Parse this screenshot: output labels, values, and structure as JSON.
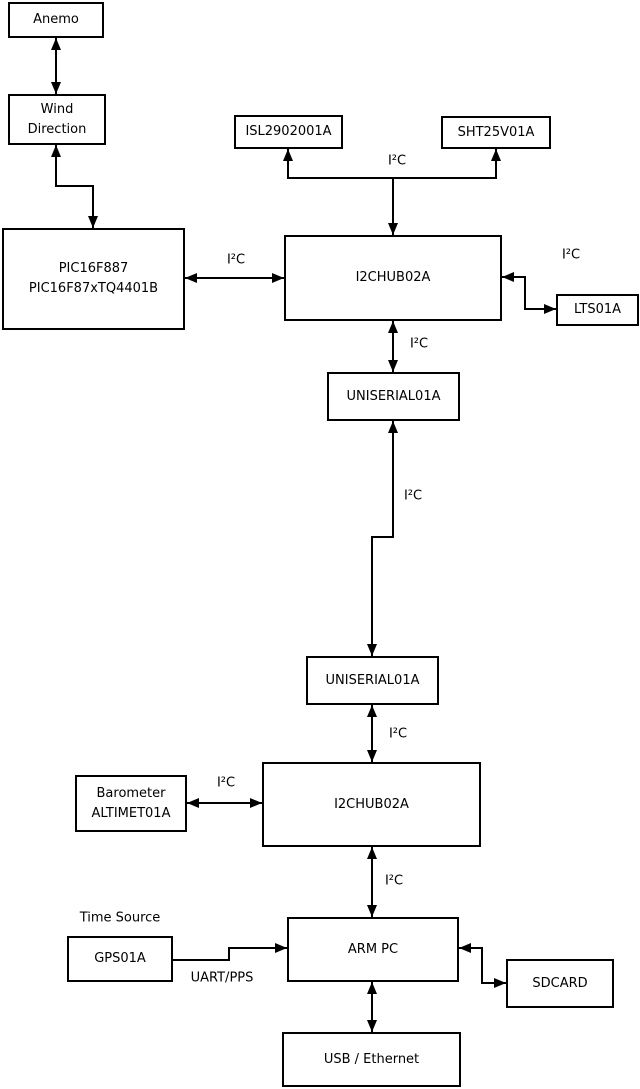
{
  "diagram": {
    "type": "block-diagram",
    "colors": {
      "line": "#000000",
      "background": "#ffffff",
      "box_fill": "#ffffff",
      "text": "#000000"
    },
    "nodes": {
      "anemo": {
        "label": "Anemo"
      },
      "wind": {
        "label": "Wind\nDirection"
      },
      "pic": {
        "label": "PIC16F887\nPIC16F87xTQ4401B"
      },
      "isl": {
        "label": "ISL2902001A"
      },
      "sht": {
        "label": "SHT25V01A"
      },
      "i2c_hub_1": {
        "label": "I2CHUB02A"
      },
      "lts": {
        "label": "LTS01A"
      },
      "uniserial_1": {
        "label": "UNISERIAL01A"
      },
      "uniserial_2": {
        "label": "UNISERIAL01A"
      },
      "i2c_hub_2": {
        "label": "I2CHUB02A"
      },
      "barometer": {
        "label": "Barometer\nALTIMET01A"
      },
      "gps": {
        "label": "GPS01A"
      },
      "arm_pc": {
        "label": "ARM PC"
      },
      "sdcard": {
        "label": "SDCARD"
      },
      "usb_ethernet": {
        "label": "USB / Ethernet"
      }
    },
    "edge_labels": {
      "pic_to_hub1": "I²C",
      "hub1_to_sensors": "I²C",
      "hub1_to_lts": "I²C",
      "hub1_to_uniserial1": "I²C",
      "uniserial1_to_uniserial2": "I²C",
      "uniserial2_to_hub2": "I²C",
      "barometer_to_hub2": "I²C",
      "hub2_to_armpc": "I²C",
      "gps_to_armpc": "UART/PPS",
      "time_source_caption": "Time Source"
    }
  }
}
